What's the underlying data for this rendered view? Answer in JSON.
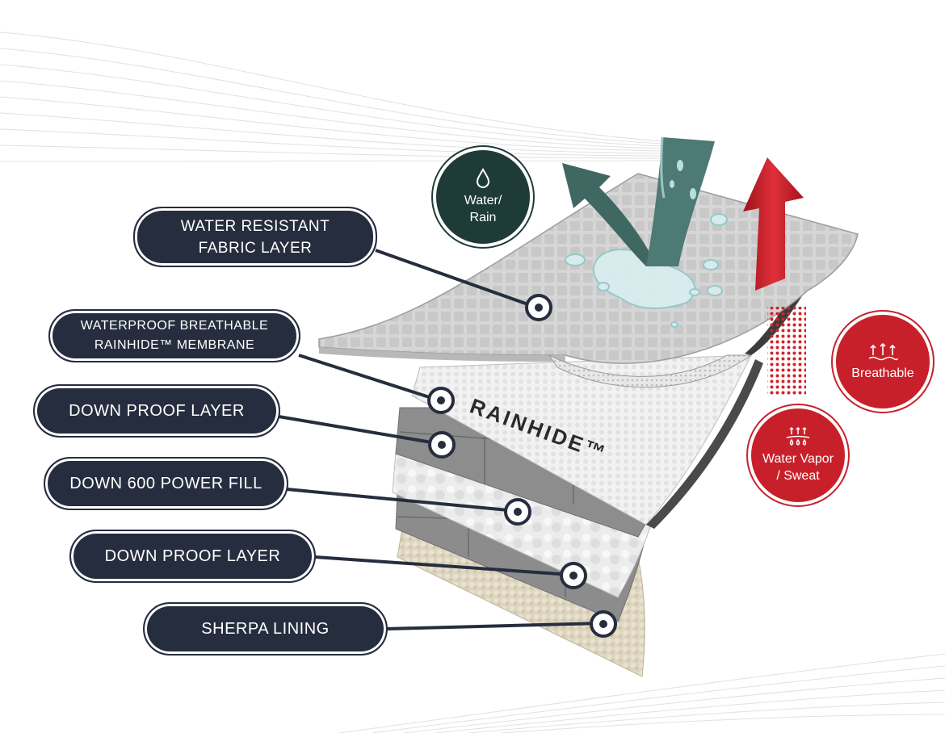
{
  "labels": {
    "water_resistant_line1": "WATER RESISTANT",
    "water_resistant_line2": "FABRIC LAYER",
    "membrane_line1": "WATERPROOF BREATHABLE",
    "membrane_line2": "RAINHIDE™ MEMBRANE",
    "down_proof_top": "DOWN PROOF LAYER",
    "down_fill": "DOWN 600 POWER FILL",
    "down_proof_bottom": "DOWN PROOF LAYER",
    "sherpa": "SHERPA LINING"
  },
  "badges": {
    "water_line1": "Water/",
    "water_line2": "Rain",
    "breathable": "Breathable",
    "vapor_line1": "Water Vapor",
    "vapor_line2": "/ Sweat"
  },
  "brand": {
    "rainhide": "RAINHIDE™"
  },
  "colors": {
    "label_bg": "#262d3e",
    "water_badge": "#1f3b38",
    "teal_arrow": "#3f6863",
    "red": "#c8202a",
    "fabric": "#d5d5d5",
    "sherpa": "#ddd5bf"
  }
}
